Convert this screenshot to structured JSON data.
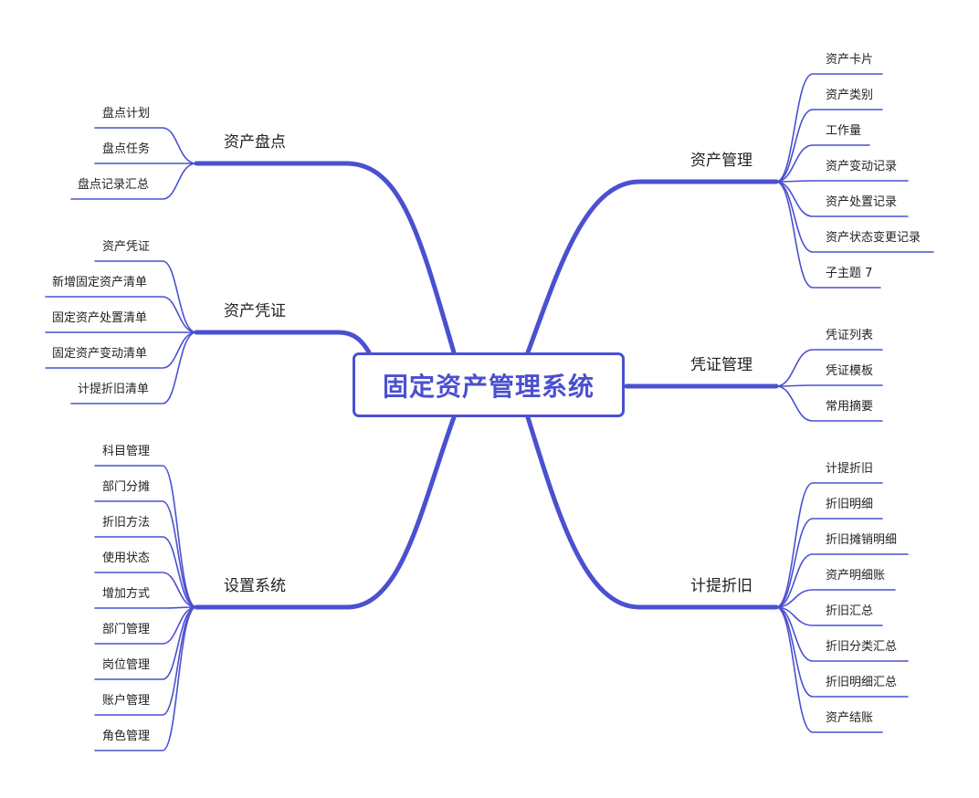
{
  "mindmap": {
    "root": "固定资产管理系统",
    "colors": {
      "line": "#4a50d0",
      "text": "#222222"
    },
    "branches": {
      "asset_inventory": {
        "label": "资产盘点",
        "children": [
          "盘点计划",
          "盘点任务",
          "盘点记录汇总"
        ]
      },
      "asset_voucher": {
        "label": "资产凭证",
        "children": [
          "资产凭证",
          "新增固定资产清单",
          "固定资产处置清单",
          "固定资产变动清单",
          "计提折旧清单"
        ]
      },
      "system_settings": {
        "label": "设置系统",
        "children": [
          "科目管理",
          "部门分摊",
          "折旧方法",
          "使用状态",
          "增加方式",
          "部门管理",
          "岗位管理",
          "账户管理",
          "角色管理"
        ]
      },
      "asset_management": {
        "label": "资产管理",
        "children": [
          "资产卡片",
          "资产类别",
          "工作量",
          "资产变动记录",
          "资产处置记录",
          "资产状态变更记录",
          "子主题 7"
        ]
      },
      "voucher_management": {
        "label": "凭证管理",
        "children": [
          "凭证列表",
          "凭证模板",
          "常用摘要"
        ]
      },
      "depreciation": {
        "label": "计提折旧",
        "children": [
          "计提折旧",
          "折旧明细",
          "折旧摊销明细",
          "资产明细账",
          "折旧汇总",
          "折旧分类汇总",
          "折旧明细汇总",
          "资产结账"
        ]
      }
    }
  }
}
